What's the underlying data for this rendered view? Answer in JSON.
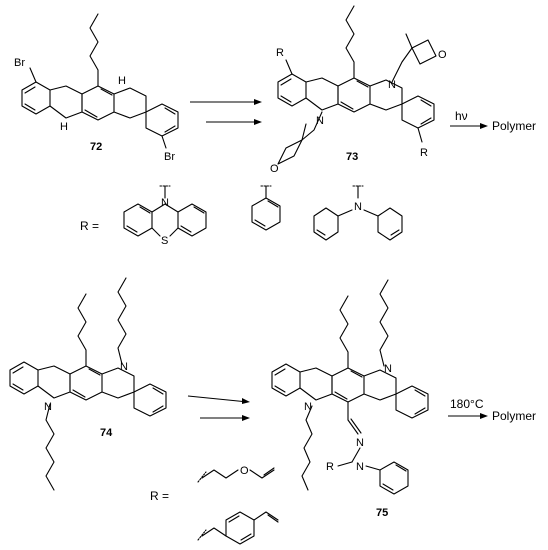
{
  "scheme_top": {
    "compound_start": "72",
    "compound_product": "73",
    "substituent_letter": "R",
    "r_equals": "R =",
    "condition": "hν",
    "result": "Polymer",
    "atoms": {
      "br": "Br",
      "nh": "H",
      "n": "N",
      "o": "O",
      "s": "S"
    }
  },
  "scheme_bottom": {
    "compound_start": "74",
    "compound_product": "75",
    "substituent_letter": "R",
    "r_equals": "R =",
    "condition": "180°C",
    "result": "Polymer",
    "atoms": {
      "n": "N",
      "o": "O"
    }
  }
}
